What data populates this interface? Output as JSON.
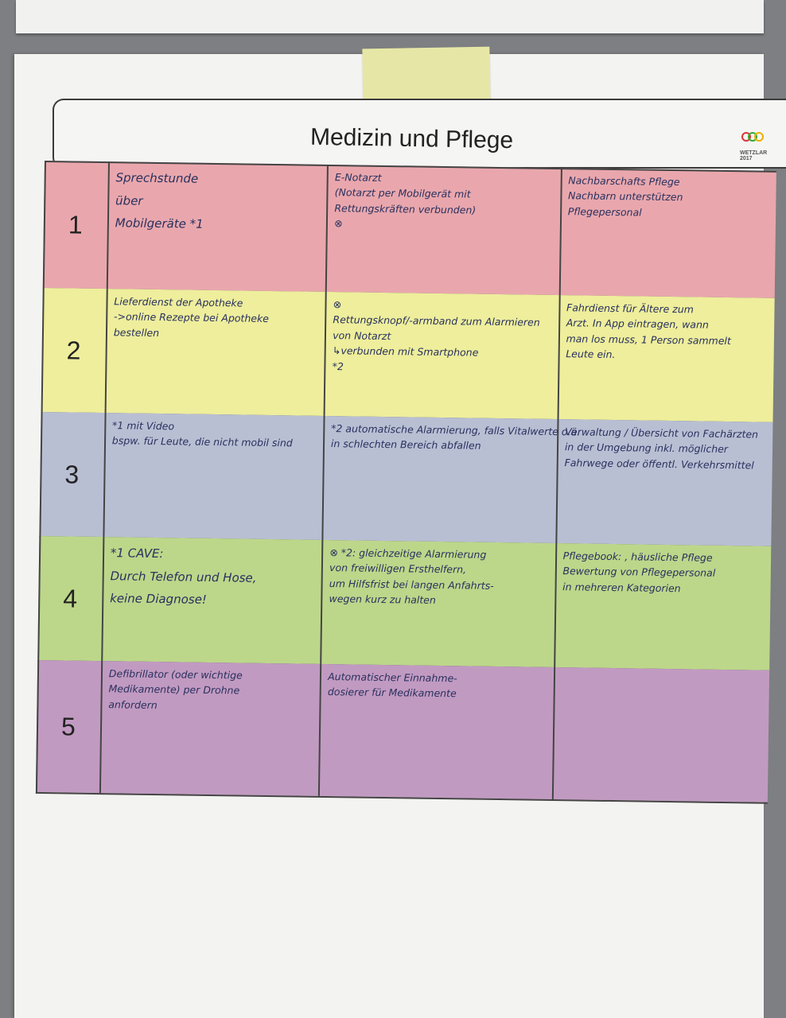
{
  "title": "Medizin und Pflege",
  "logo": {
    "text": "WETZLAR 2017"
  },
  "colors": {
    "row1": "#e9a7ad",
    "row2": "#eeee9c",
    "row3": "#b9bfd3",
    "row4": "#bcd78a",
    "row5": "#c19ac1"
  },
  "rows": [
    {
      "number": "1",
      "cells": [
        [
          "Sprechstunde",
          "über",
          "Mobilgeräte *1"
        ],
        [
          "E-Notarzt",
          "(Notarzt per Mobilgerät mit",
          "Rettungskräften verbunden)",
          "⊗"
        ],
        [
          "Nachbarschafts Pflege",
          "Nachbarn unterstützen",
          "Pflegepersonal"
        ]
      ]
    },
    {
      "number": "2",
      "cells": [
        [
          "Lieferdienst der Apotheke",
          "->online Rezepte bei Apotheke",
          "bestellen"
        ],
        [
          "⊗",
          "Rettungsknopf/-armband zum Alarmieren",
          "von Notarzt",
          "↳verbunden mit Smartphone",
          "*2"
        ],
        [
          "Fahrdienst für Ältere zum",
          "Arzt. In App eintragen, wann",
          "man los muss, 1 Person sammelt",
          "Leute ein."
        ]
      ]
    },
    {
      "number": "3",
      "cells": [
        [
          "*1 mit Video",
          "bspw. für Leute, die nicht mobil sind"
        ],
        [
          "*2 automatische Alarmierung, falls Vitalwerte o.ä.",
          "in schlechten Bereich abfallen"
        ],
        [
          "Verwaltung / Übersicht von Fachärzten",
          "in der Umgebung inkl. möglicher",
          "Fahrwege oder öffentl. Verkehrsmittel"
        ]
      ]
    },
    {
      "number": "4",
      "cells": [
        [
          "*1 CAVE:",
          "Durch Telefon und Hose,",
          "keine Diagnose!"
        ],
        [
          "⊗ *2: gleichzeitige Alarmierung",
          "von freiwilligen Ersthelfern,",
          "um Hilfsfrist bei langen Anfahrts-",
          "wegen kurz zu halten"
        ],
        [
          "Pflegebook: , häusliche Pflege",
          "Bewertung von Pflegepersonal",
          "in mehreren Kategorien"
        ]
      ]
    },
    {
      "number": "5",
      "cells": [
        [
          "Defibrillator (oder wichtige",
          "Medikamente) per Drohne",
          "anfordern"
        ],
        [
          "Automatischer Einnahme-",
          "dosierer für Medikamente"
        ],
        []
      ]
    }
  ]
}
